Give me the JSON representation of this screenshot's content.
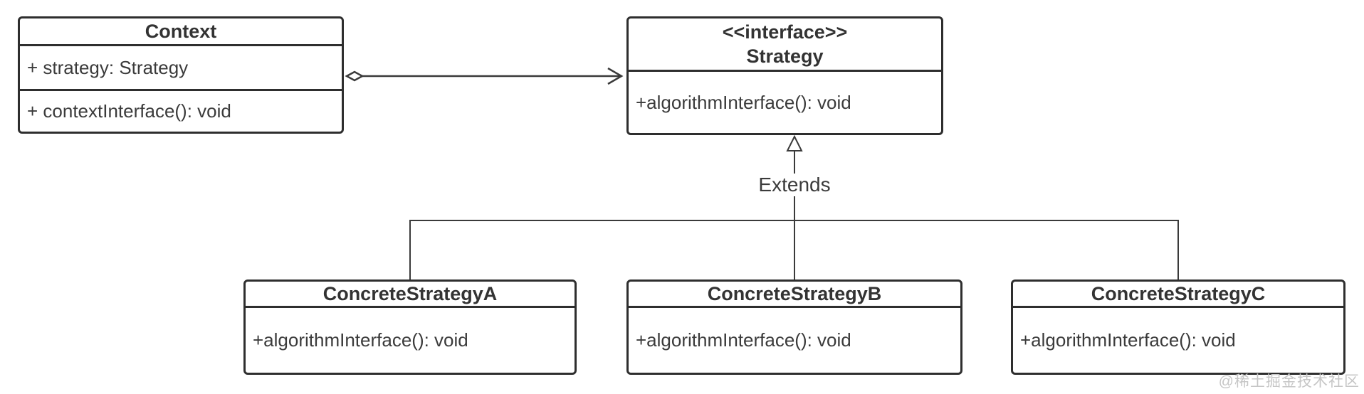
{
  "diagram": {
    "title": "Strategy pattern UML class diagram",
    "classes": {
      "context": {
        "name": "Context",
        "attribute": "+ strategy: Strategy",
        "method": "+ contextInterface(): void"
      },
      "strategy": {
        "stereotype": "<<interface>>",
        "name": "Strategy",
        "method": "+algorithmInterface(): void"
      },
      "concrete_a": {
        "name": "ConcreteStrategyA",
        "method": "+algorithmInterface(): void"
      },
      "concrete_b": {
        "name": "ConcreteStrategyB",
        "method": "+algorithmInterface(): void"
      },
      "concrete_c": {
        "name": "ConcreteStrategyC",
        "method": "+algorithmInterface(): void"
      }
    },
    "relations": {
      "aggregation": "Context has-a Strategy (hollow diamond at Context, open arrow into Strategy)",
      "extends_label": "Extends"
    },
    "watermark": "@稀土掘金技术社区",
    "colors": {
      "line": "#3a3a3a",
      "border": "#2e2e2e",
      "text": "#3b3b3b",
      "background": "#ffffff",
      "watermark": "#c6c6c6"
    }
  }
}
